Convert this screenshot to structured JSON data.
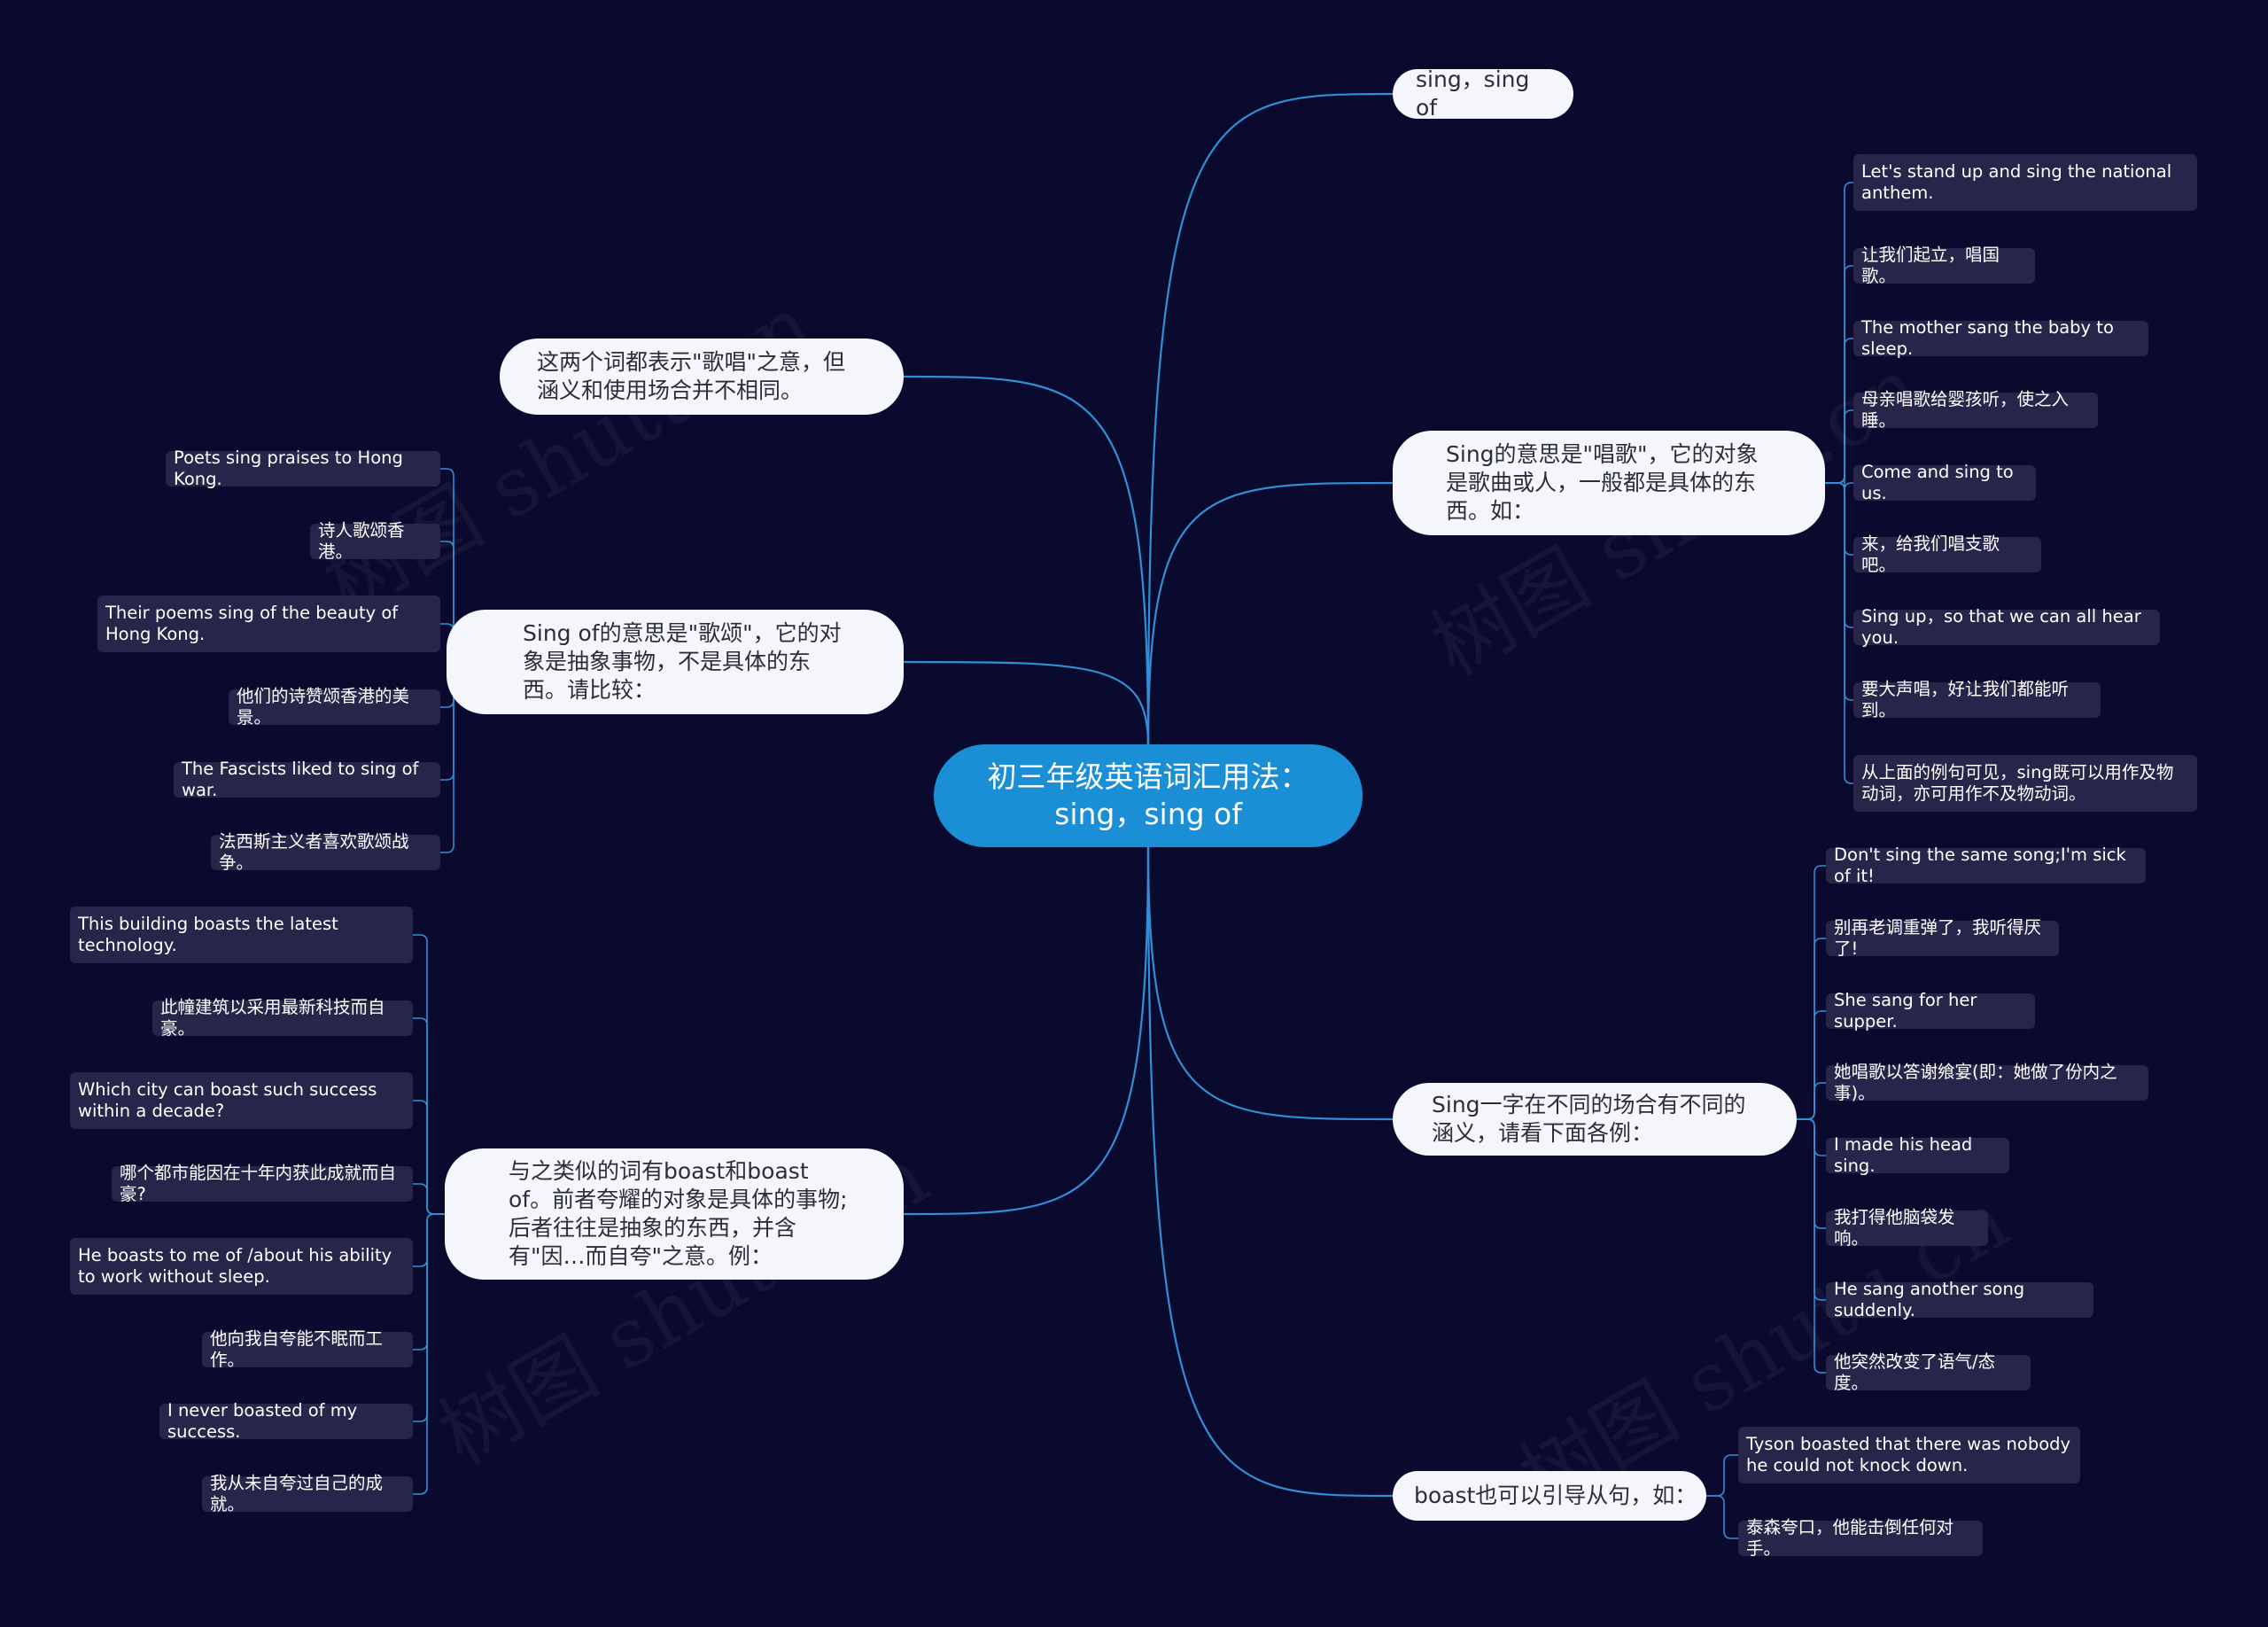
{
  "root": {
    "title": "初三年级英语词汇用法：sing，sing of"
  },
  "branches": [
    {
      "id": "b1",
      "text": "sing，sing of",
      "leaves": []
    },
    {
      "id": "b2",
      "text": "Sing的意思是\"唱歌\"，它的对象是歌曲或人，一般都是具体的东西。如：",
      "leaves": [
        "Let's stand up and sing the national anthem.",
        "让我们起立，唱国歌。",
        "The mother sang the baby to sleep.",
        "母亲唱歌给婴孩听，使之入睡。",
        "Come and sing to us.",
        "来，给我们唱支歌吧。",
        "Sing up，so that we can all hear you.",
        "要大声唱，好让我们都能听到。",
        "从上面的例句可见，sing既可以用作及物动词，亦可用作不及物动词。"
      ]
    },
    {
      "id": "b3",
      "text": "Sing一字在不同的场合有不同的涵义，请看下面各例：",
      "leaves": [
        "Don't sing the same song;I'm sick of it!",
        "别再老调重弹了，我听得厌了!",
        "She sang for her supper.",
        "她唱歌以答谢飨宴(即：她做了份内之事)。",
        "I made his head sing.",
        "我打得他脑袋发响。",
        "He sang another song suddenly.",
        "他突然改变了语气/态度。"
      ]
    },
    {
      "id": "b4",
      "text": "boast也可以引导从句，如：",
      "leaves": [
        "Tyson boasted that there was nobody he could not knock down.",
        "泰森夸口，他能击倒任何对手。"
      ]
    },
    {
      "id": "b5",
      "text": "这两个词都表示\"歌唱\"之意，但涵义和使用场合并不相同。",
      "leaves": []
    },
    {
      "id": "b6",
      "text": "Sing of的意思是\"歌颂\"，它的对象是抽象事物，不是具体的东西。请比较：",
      "leaves": [
        "Poets sing praises to Hong Kong.",
        "诗人歌颂香港。",
        "Their poems sing of the beauty of Hong Kong.",
        "他们的诗赞颂香港的美景。",
        "The Fascists liked to sing of war.",
        "法西斯主义者喜欢歌颂战争。"
      ]
    },
    {
      "id": "b7",
      "text": "与之类似的词有boast和boast of。前者夸耀的对象是具体的事物;后者往往是抽象的东西，并含有\"因…而自夸\"之意。例：",
      "leaves": [
        "This building boasts the latest technology.",
        "此幢建筑以采用最新科技而自豪。",
        "Which city can boast such success within a decade?",
        "哪个都市能因在十年内获此成就而自豪?",
        "He boasts to me of /about his ability to work without sleep.",
        "他向我自夸能不眠而工作。",
        "I never boasted of my success.",
        "我从未自夸过自己的成就。"
      ]
    }
  ],
  "watermark": "树图 shutu.cn",
  "colors": {
    "background": "#0a0a2e",
    "root": "#1a8fd6",
    "branch": "#f4f6fc",
    "leaf": "#27254a",
    "line": "#2f8fd8"
  }
}
